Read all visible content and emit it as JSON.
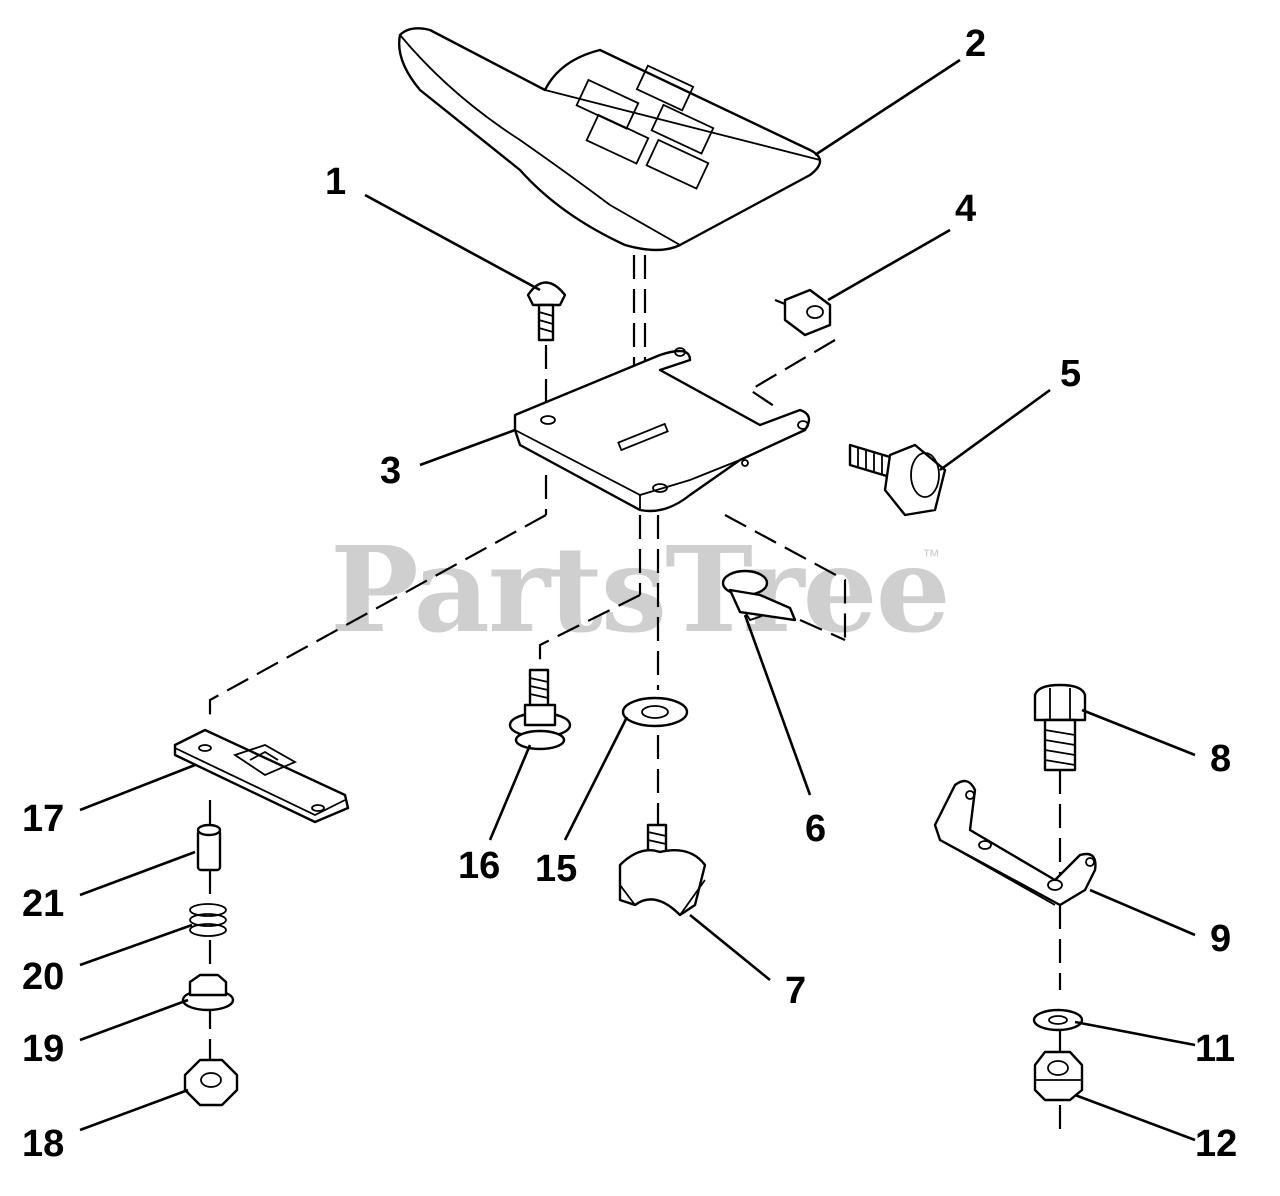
{
  "watermark": {
    "text": "PartsTree",
    "trademark": "™"
  },
  "callouts": [
    {
      "id": "c1",
      "label": "1"
    },
    {
      "id": "c2",
      "label": "2"
    },
    {
      "id": "c3",
      "label": "3"
    },
    {
      "id": "c4",
      "label": "4"
    },
    {
      "id": "c5",
      "label": "5"
    },
    {
      "id": "c6",
      "label": "6"
    },
    {
      "id": "c7",
      "label": "7"
    },
    {
      "id": "c8",
      "label": "8"
    },
    {
      "id": "c9",
      "label": "9"
    },
    {
      "id": "c11",
      "label": "11"
    },
    {
      "id": "c12",
      "label": "12"
    },
    {
      "id": "c15",
      "label": "15"
    },
    {
      "id": "c16",
      "label": "16"
    },
    {
      "id": "c17",
      "label": "17"
    },
    {
      "id": "c18",
      "label": "18"
    },
    {
      "id": "c19",
      "label": "19"
    },
    {
      "id": "c20",
      "label": "20"
    },
    {
      "id": "c21",
      "label": "21"
    }
  ]
}
